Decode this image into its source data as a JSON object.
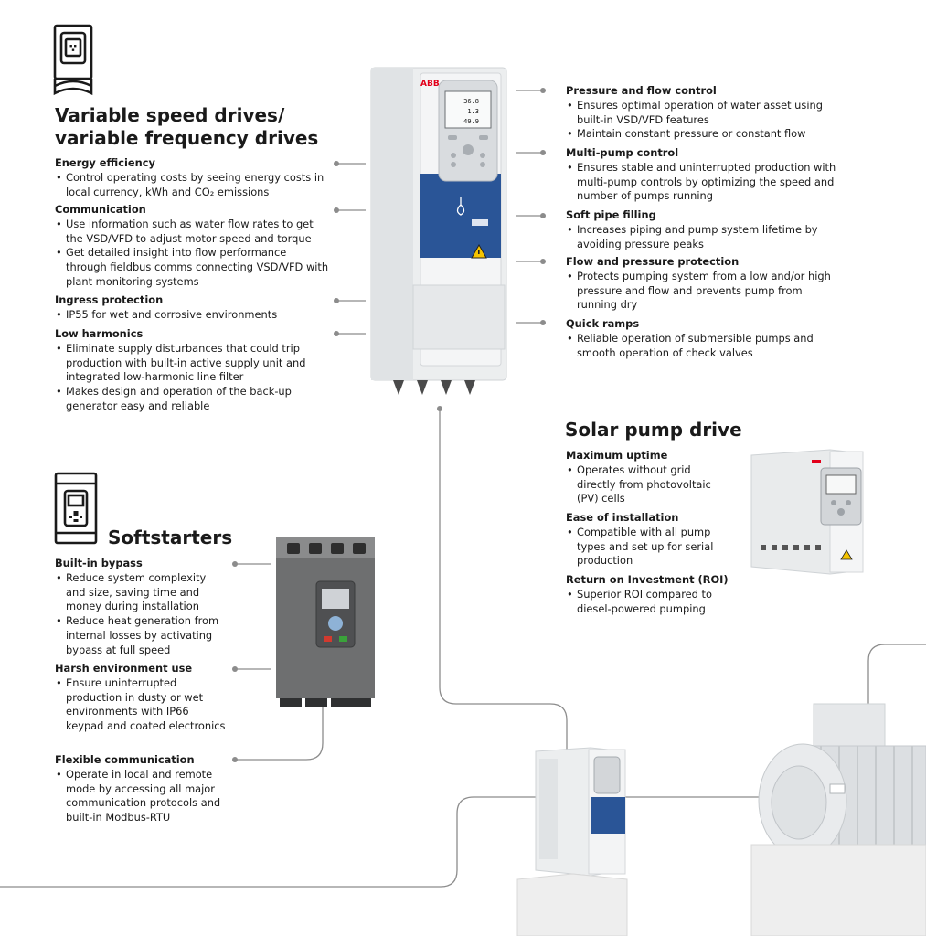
{
  "vsd": {
    "title_line1": "Variable speed drives/",
    "title_line2": "variable frequency drives",
    "icon": "drive-keypad-icon",
    "left_sections": [
      {
        "heading": "Energy efficiency",
        "bullets": [
          "Control operating costs by seeing energy costs in local currency, kWh and CO₂ emissions"
        ]
      },
      {
        "heading": "Communication",
        "bullets": [
          "Use information such as water flow rates to get the VSD/VFD to adjust motor speed and  torque",
          "Get detailed insight into flow performance through fieldbus comms connecting VSD/VFD with plant monitoring systems"
        ]
      },
      {
        "heading": "Ingress protection",
        "bullets": [
          "IP55 for wet and corrosive  environments"
        ]
      },
      {
        "heading": "Low harmonics",
        "bullets": [
          "Eliminate supply disturbances that could trip production with built-in active supply unit and integrated low-harmonic line filter",
          "Makes design and operation of the back-up generator easy and reliable"
        ]
      }
    ],
    "right_sections": [
      {
        "heading": "Pressure and flow control",
        "bullets": [
          "Ensures optimal operation of water asset using built-in VSD/VFD features",
          "Maintain constant pressure or constant flow"
        ]
      },
      {
        "heading": "Multi-pump control",
        "bullets": [
          "Ensures stable and uninterrupted production with multi-pump controls by optimizing the speed and number of pumps running"
        ]
      },
      {
        "heading": "Soft pipe filling",
        "bullets": [
          "Increases piping and pump system lifetime by avoiding pressure peaks"
        ]
      },
      {
        "heading": "Flow and pressure protection",
        "bullets": [
          "Protects pumping system from a low and/or high pressure and flow and prevents pump from running dry"
        ]
      },
      {
        "heading": "Quick ramps",
        "bullets": [
          "Reliable operation of submersible pumps and smooth operation of check valves"
        ]
      }
    ],
    "device": {
      "brand": "ABB",
      "screen_values": [
        "36.8",
        "1.3",
        "49.9"
      ]
    }
  },
  "solar": {
    "title": "Solar pump drive",
    "sections": [
      {
        "heading": "Maximum uptime",
        "bullets": [
          "Operates without grid directly from photovoltaic (PV) cells"
        ]
      },
      {
        "heading": "Ease of installation",
        "bullets": [
          "Compatible with all pump types and set up for serial production"
        ]
      },
      {
        "heading": "Return on  Investment (ROI)",
        "bullets": [
          "Superior ROI compared to diesel-powered pumping"
        ]
      }
    ]
  },
  "soft": {
    "title": "Softstarters",
    "icon": "softstarter-icon",
    "sections": [
      {
        "heading": "Built-in bypass",
        "bullets": [
          "Reduce system complexity and size, saving time and money during installation",
          "Reduce heat generation from internal losses by activating bypass at full speed"
        ]
      },
      {
        "heading": "Harsh environment use",
        "bullets": [
          "Ensure uninterrupted production in dusty or wet environments with IP66 keypad and coated electronics"
        ]
      },
      {
        "heading": "Flexible communication",
        "bullets": [
          "Operate in local and remote mode by accessing all major communication protocols and built-in Modbus-RTU"
        ]
      }
    ]
  },
  "colors": {
    "text": "#1a1a1a",
    "connector": "#8c8c8c",
    "abb_red": "#e2001a",
    "drive_blue": "#1f4f8f"
  }
}
